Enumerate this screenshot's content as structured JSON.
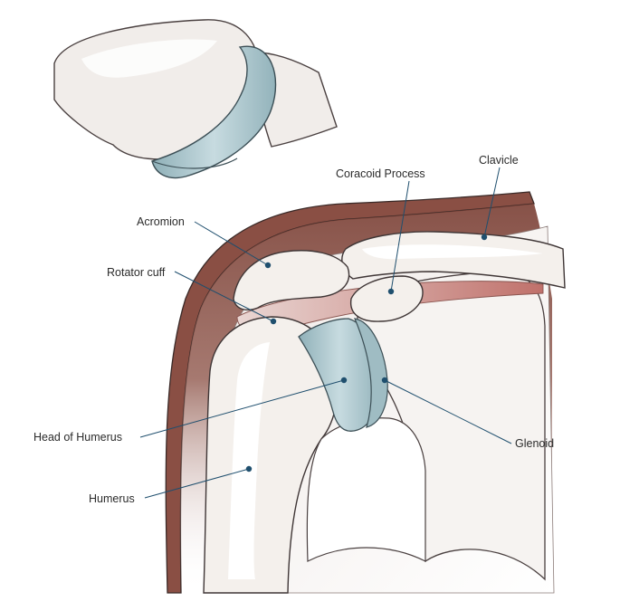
{
  "diagram": {
    "labels": {
      "coracoid": "Coracoid Process",
      "clavicle": "Clavicle",
      "acromion": "Acromion",
      "rotator_cuff": "Rotator cuff",
      "head_of_humerus": "Head of Humerus",
      "glenoid": "Glenoid",
      "humerus": "Humerus"
    },
    "colors": {
      "skin_brown": "#7a3f34",
      "bone": "#f4f0ec",
      "cartilage": "#a9c3c9",
      "muscle": "#c98b86",
      "leader": "#1f4f6e"
    }
  }
}
